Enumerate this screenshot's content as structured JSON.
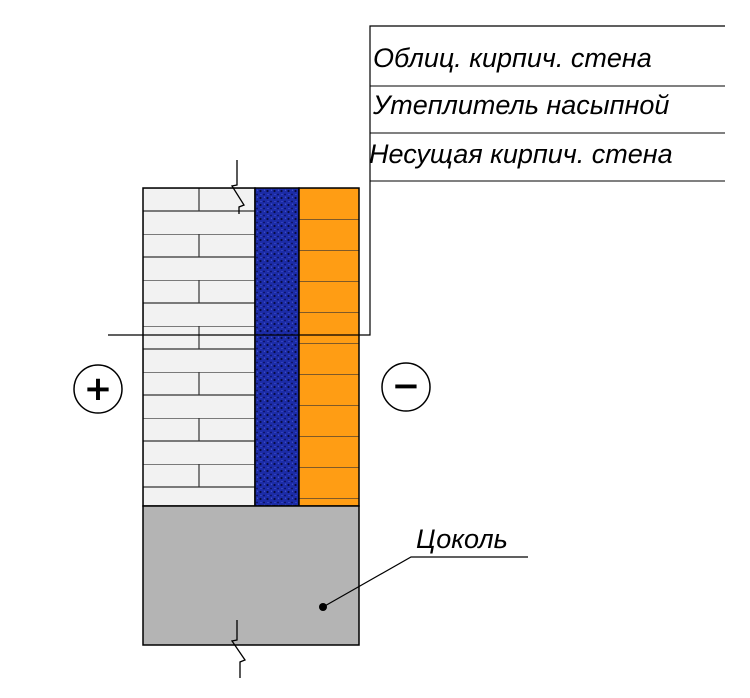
{
  "layers": {
    "facing_wall": {
      "label": "Облиц. кирпич. стена",
      "color": "#f2f2f2"
    },
    "insulation": {
      "label": "Утеплитель насыпной",
      "color": "#1c2ca8"
    },
    "bearing_wall": {
      "label": "Несущая кирпич. стена",
      "color": "#ff9d14"
    }
  },
  "plinth": {
    "label": "Цоколь",
    "color": "#b4b4b4"
  },
  "sides": {
    "outside": "+",
    "inside": "−"
  }
}
